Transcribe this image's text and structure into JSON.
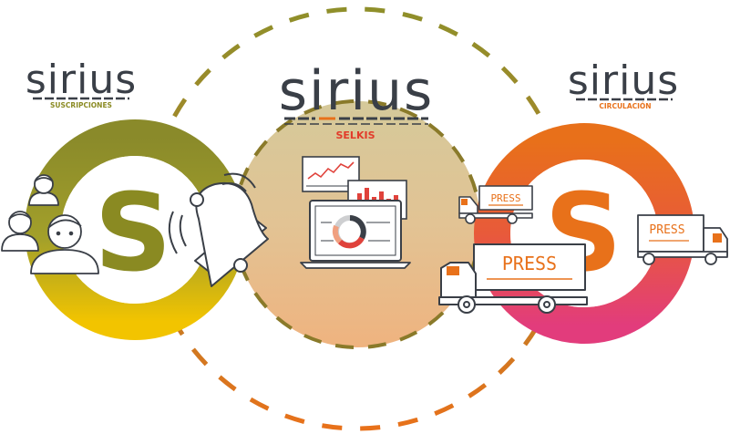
{
  "colors": {
    "olive": "#8f8f2a",
    "olive_dark": "#7a7a22",
    "yellow": "#f2c500",
    "orange": "#e8711a",
    "magenta": "#e23b7a",
    "dark_gray": "#3a3f47",
    "beige": "#d9c9a0",
    "peach": "#eab98c",
    "red_chart": "#e0423b"
  },
  "logos": [
    {
      "brand": "sirius",
      "product": "SUSCRIPCIONES"
    },
    {
      "brand": "sirius",
      "product": "SELKIS"
    },
    {
      "brand": "sirius",
      "product": "CIRCULACIÓN"
    }
  ],
  "circles": {
    "left_letter": "S",
    "right_letter": "S"
  },
  "trucks": {
    "label": "PRESS"
  },
  "icons": [
    "users-icon",
    "bell-icon",
    "line-chart-icon",
    "bar-chart-icon",
    "laptop-icon",
    "truck-icon"
  ]
}
